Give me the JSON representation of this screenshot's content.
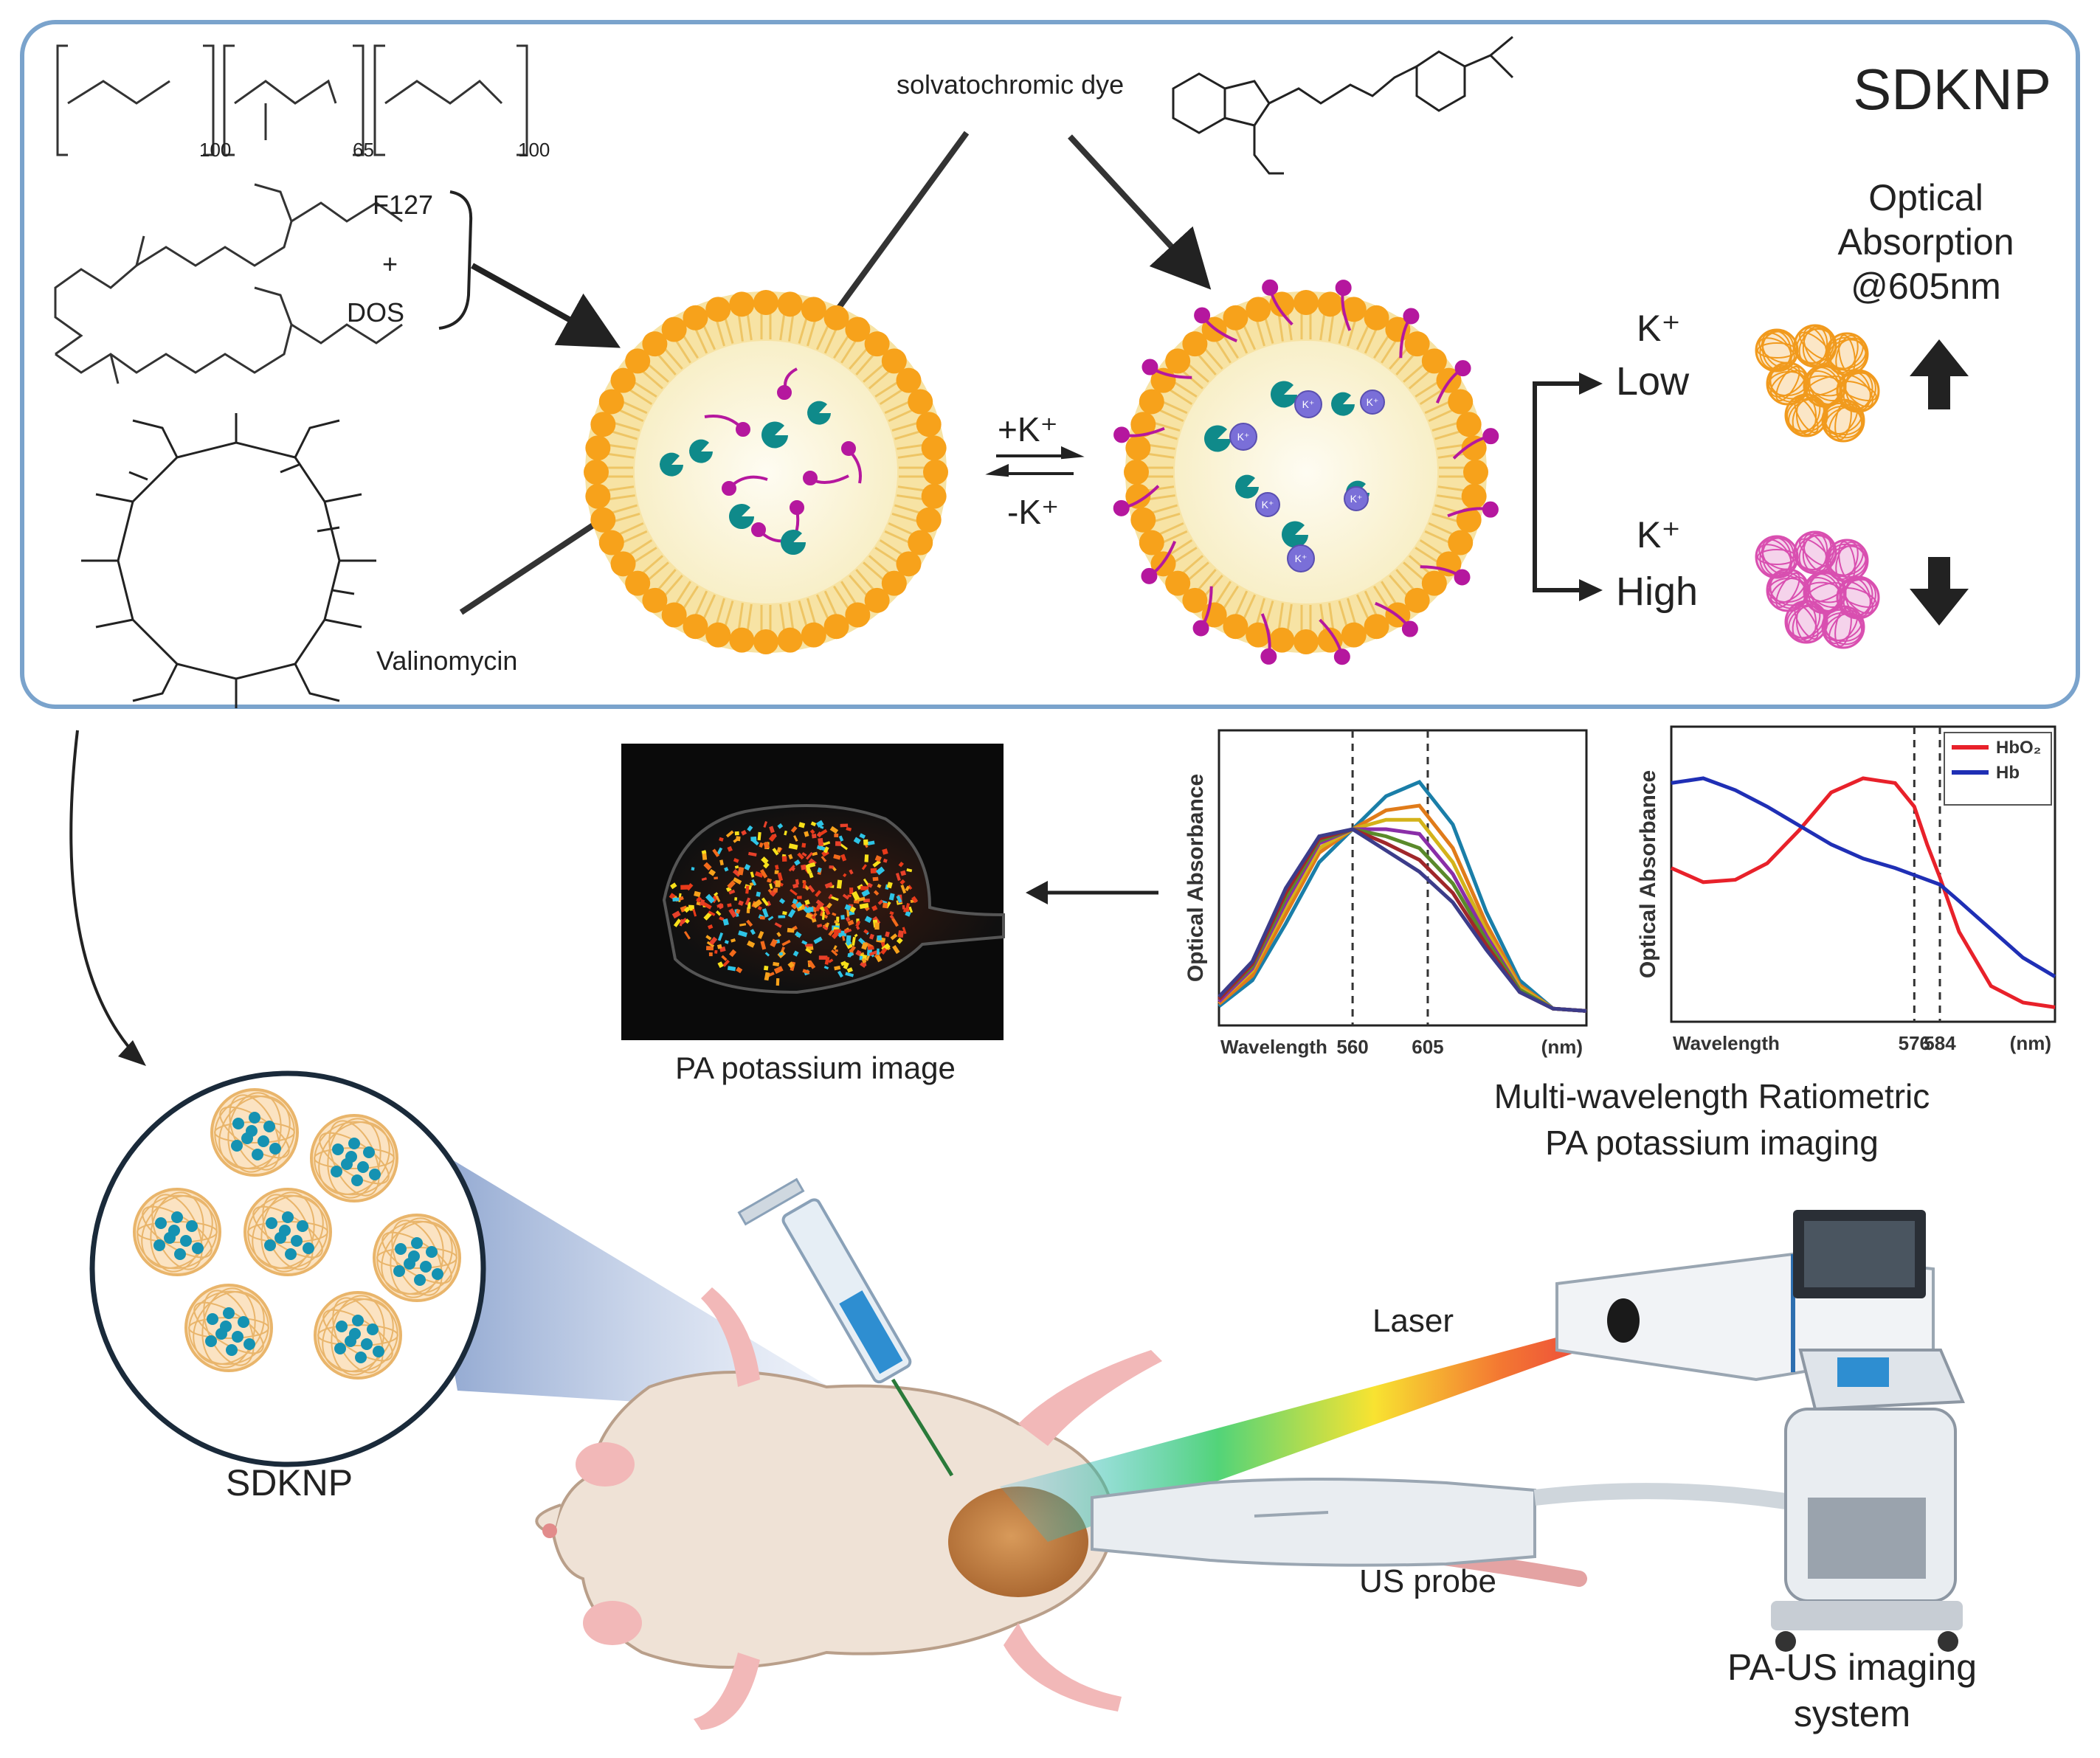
{
  "top_panel": {
    "title": "SDKNP",
    "polymer_subscripts": [
      "100",
      "65",
      "100"
    ],
    "f127": "F127",
    "plus": "+",
    "dos": "DOS",
    "dye_label": "solvatochromic dye",
    "valinomycin_label": "Valinomycin",
    "plus_k_label": "+K⁺",
    "minus_k_label": "-K⁺",
    "k_low_ion": "K⁺",
    "k_low_word": "Low",
    "k_high_ion": "K⁺",
    "k_high_word": "High",
    "optical_line1": "Optical",
    "optical_line2": "Absorption",
    "optical_line3": "@605nm",
    "k_bead": "K⁺"
  },
  "middle": {
    "pa_image_label": "PA potassium image",
    "ratiometric_line1": "Multi-wavelength Ratiometric",
    "ratiometric_line2": "PA potassium imaging"
  },
  "bottom": {
    "sdknp_label": "SDKNP",
    "laser_label": "Laser",
    "us_probe_label": "US probe",
    "system_line1": "PA-US imaging",
    "system_line2": "system"
  },
  "colors": {
    "panel_border": "#7aa3cc",
    "shell_orange": "#f7a21b",
    "lipid_tail": "#f4d57e",
    "core": "#fdf8e4",
    "dye_magenta": "#b5179e",
    "valinomycin_teal": "#0f8a8a",
    "k_ion_purple": "#7a6fd8",
    "hbo2_red": "#e8212a",
    "hb_blue": "#1f2fb5"
  },
  "chart_data": [
    {
      "type": "line",
      "ylabel": "Optical Absorbance",
      "xlabel": "Wavelength",
      "x_unit": "(nm)",
      "x_ticks": [
        "560",
        "605"
      ],
      "xlim": [
        480,
        700
      ],
      "ylim": [
        0,
        1
      ],
      "markers_x": [
        560,
        605
      ],
      "x": [
        480,
        500,
        520,
        540,
        560,
        580,
        600,
        620,
        640,
        660,
        680,
        700
      ],
      "series": [
        {
          "color": "#1a7ea8",
          "values": [
            0.05,
            0.16,
            0.4,
            0.66,
            0.8,
            0.94,
            1.0,
            0.82,
            0.45,
            0.16,
            0.04,
            0.03
          ]
        },
        {
          "color": "#e07b1a",
          "values": [
            0.06,
            0.18,
            0.44,
            0.7,
            0.8,
            0.88,
            0.9,
            0.72,
            0.4,
            0.14,
            0.04,
            0.03
          ]
        },
        {
          "color": "#d4b21a",
          "values": [
            0.07,
            0.2,
            0.47,
            0.72,
            0.8,
            0.84,
            0.84,
            0.66,
            0.37,
            0.13,
            0.04,
            0.03
          ]
        },
        {
          "color": "#8a2ea8",
          "values": [
            0.07,
            0.21,
            0.49,
            0.74,
            0.8,
            0.8,
            0.78,
            0.61,
            0.35,
            0.12,
            0.04,
            0.03
          ]
        },
        {
          "color": "#5a8a2a",
          "values": [
            0.08,
            0.22,
            0.51,
            0.75,
            0.8,
            0.77,
            0.72,
            0.57,
            0.33,
            0.12,
            0.04,
            0.03
          ]
        },
        {
          "color": "#a0272a",
          "values": [
            0.08,
            0.23,
            0.53,
            0.76,
            0.8,
            0.74,
            0.67,
            0.53,
            0.31,
            0.11,
            0.04,
            0.03
          ]
        },
        {
          "color": "#3c3c8a",
          "values": [
            0.09,
            0.24,
            0.55,
            0.77,
            0.8,
            0.71,
            0.62,
            0.49,
            0.29,
            0.11,
            0.04,
            0.03
          ]
        }
      ]
    },
    {
      "type": "line",
      "ylabel": "Optical Absorbance",
      "xlabel": "Wavelength",
      "x_unit": "(nm)",
      "x_ticks": [
        "576",
        "584"
      ],
      "xlim": [
        500,
        620
      ],
      "ylim": [
        0,
        1
      ],
      "markers_x": [
        576,
        584
      ],
      "legend_position": "top-right",
      "x": [
        500,
        510,
        520,
        530,
        540,
        550,
        560,
        570,
        576,
        580,
        584,
        590,
        600,
        610,
        620
      ],
      "series": [
        {
          "name": "HbO₂",
          "color": "#e8212a",
          "values": [
            0.62,
            0.56,
            0.57,
            0.64,
            0.78,
            0.94,
            1.0,
            0.98,
            0.88,
            0.72,
            0.58,
            0.35,
            0.12,
            0.05,
            0.03
          ]
        },
        {
          "name": "Hb",
          "color": "#1f2fb5",
          "values": [
            0.98,
            1.0,
            0.95,
            0.88,
            0.8,
            0.72,
            0.66,
            0.62,
            0.59,
            0.57,
            0.55,
            0.48,
            0.36,
            0.24,
            0.16
          ]
        }
      ]
    }
  ]
}
